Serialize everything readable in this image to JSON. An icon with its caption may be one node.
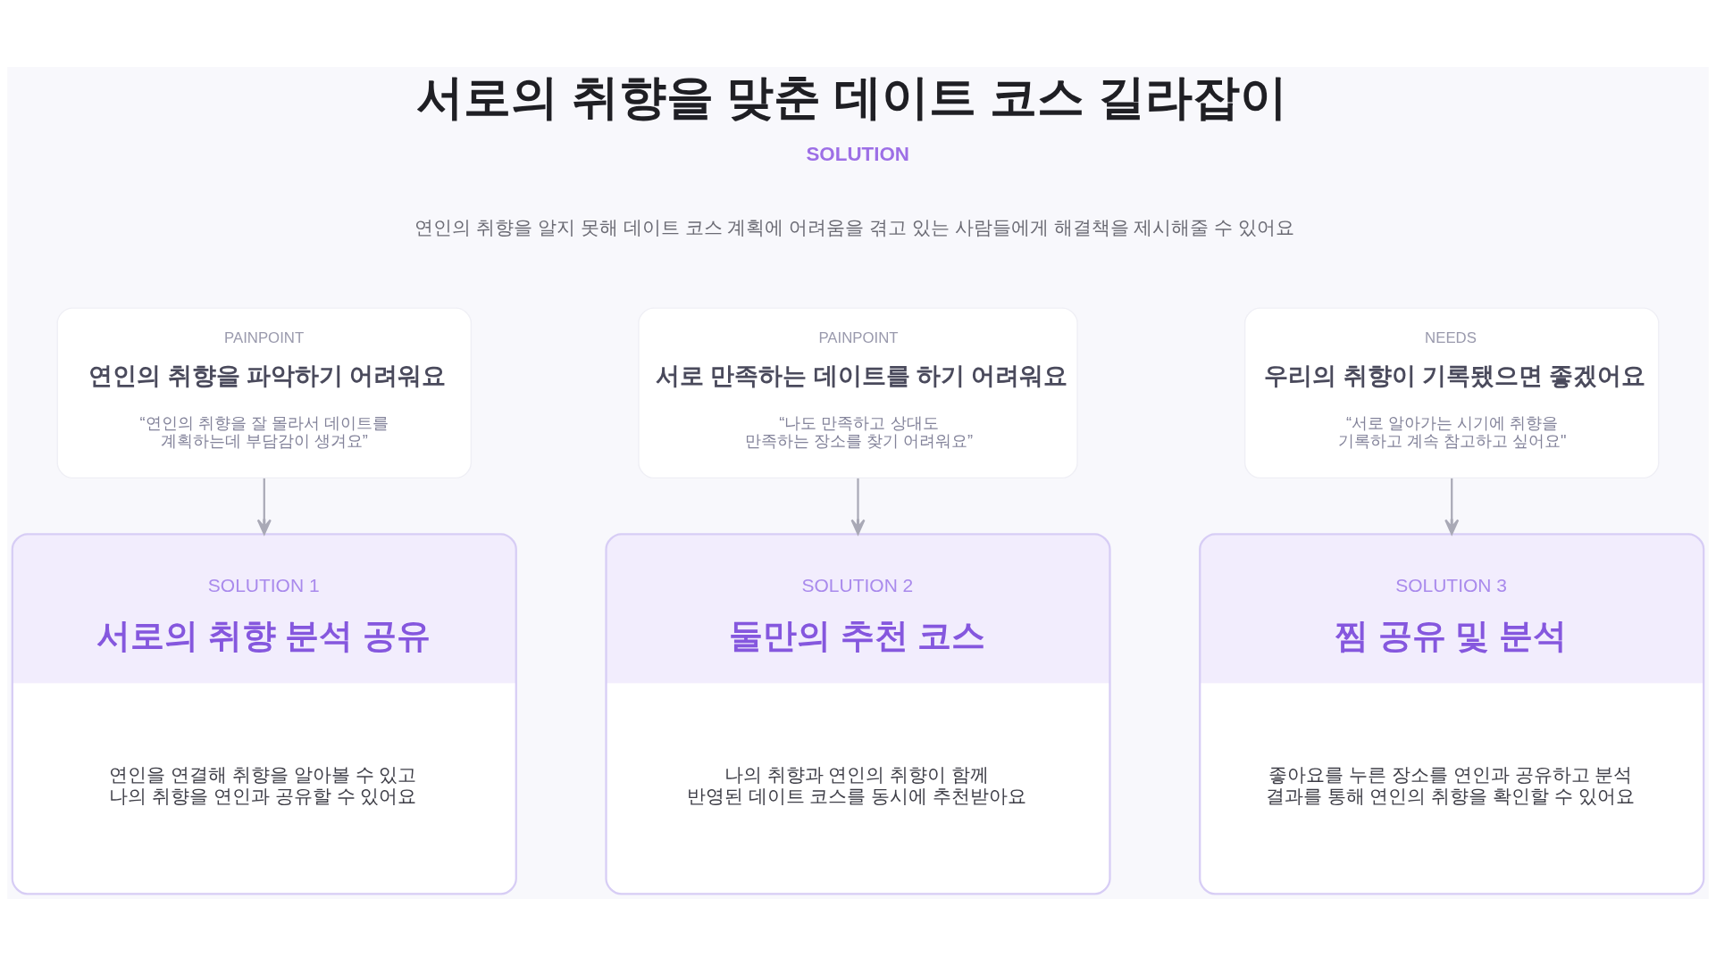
{
  "diagram": {
    "title": "서로의 취향을 맞춘 데이트 코스 길라잡이",
    "nodes": [
      {
        "text": [
          "PAINPOINT",
          "연인의 취향을 파악하기 어려워요",
          "“연인의 취향을 잘 몰라서 데이트를 계획하는데 부담감이 생겨요”"
        ]
      },
      {
        "text": [
          "PAINPOINT",
          "서로 만족하는 데이트를 하기 어려워요",
          "“나도 만족하고 상대도 만족하는 장소를 찾기 어려워요”"
        ]
      },
      {
        "text": [
          "NEEDS",
          "우리의 취향이 기록됐으면 좋겠어요",
          "“서로 알아가는 시기에 취향을 기록하고 계속 참고하고 싶어요\""
        ]
      },
      {
        "text": [
          "SOLUTION 1",
          "서로의 취향 분석 공유",
          "연인을 연결해 취향을 알아볼 수 있고 나의 취향을 연인과 공유할 수 있어요"
        ]
      },
      {
        "text": [
          "SOLUTION 2",
          "둘만의 추천 코스",
          "나의 취향과 연인의 취향이 함께 반영된 데이트 코스를 동시에 추천받아요"
        ]
      },
      {
        "text": [
          "SOLUTION 3",
          "찜 공유 및 분석",
          "좋아요를 누른 장소를 연인과 공유하고 분석 결과를 통해 연인의 취향을 확인할 수 있어요"
        ]
      }
    ],
    "edges": [
      {
        "from": 0,
        "to": 3,
        "arrow": "to"
      },
      {
        "from": 1,
        "to": 4,
        "arrow": "to"
      },
      {
        "from": 2,
        "to": 5,
        "arrow": "to"
      }
    ],
    "labels": [
      "SOLUTION",
      "연인의 취향을 알지 못해 데이트 코스 계획에 어려움을 겪고 있는 사람들에게 해결책을 제시해줄 수 있어요"
    ]
  }
}
